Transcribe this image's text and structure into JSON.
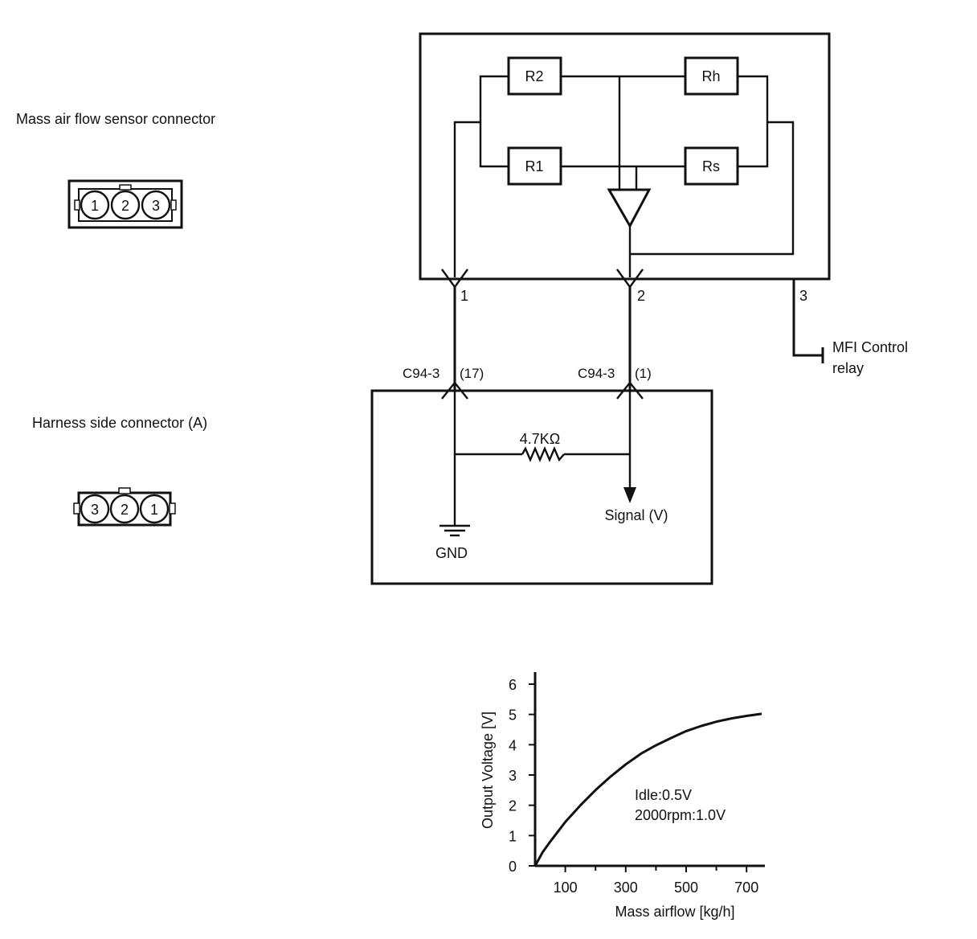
{
  "labels": {
    "sensor_connector_title": "Mass air flow sensor connector",
    "harness_connector_title": "Harness side connector (A)",
    "sensor_pins": [
      "1",
      "2",
      "3"
    ],
    "harness_pins": [
      "3",
      "2",
      "1"
    ],
    "r2": "R2",
    "rh": "Rh",
    "r1": "R1",
    "rs": "Rs",
    "pin1": "1",
    "pin2": "2",
    "pin3": "3",
    "mfi_line1": "MFI Control",
    "mfi_line2": "relay",
    "c94_left": "C94-3",
    "c94_left_pin": "(17)",
    "c94_right": "C94-3",
    "c94_right_pin": "(1)",
    "resistor": "4.7KΩ",
    "signal": "Signal (V)",
    "gnd": "GND"
  },
  "chart_data": {
    "type": "line",
    "xlabel": "Mass airflow [kg/h]",
    "ylabel": "Output Voltage [V]",
    "xlim": [
      0,
      750
    ],
    "ylim": [
      0,
      6
    ],
    "x_tick_labels": [
      "100",
      "300",
      "500",
      "700"
    ],
    "x_tick_values": [
      100,
      300,
      500,
      700
    ],
    "x_minor_ticks": [
      200,
      400,
      600
    ],
    "y_tick_labels": [
      "0",
      "1",
      "2",
      "3",
      "4",
      "5",
      "6"
    ],
    "y_tick_values": [
      0,
      1,
      2,
      3,
      4,
      5,
      6
    ],
    "annotations": [
      "Idle:0.5V",
      "2000rpm:1.0V"
    ],
    "series": [
      {
        "x": [
          0,
          25,
          50,
          100,
          150,
          200,
          250,
          300,
          350,
          400,
          450,
          500,
          550,
          600,
          650,
          700,
          750
        ],
        "values": [
          0,
          0.45,
          0.8,
          1.45,
          2.0,
          2.5,
          2.95,
          3.35,
          3.7,
          3.98,
          4.22,
          4.45,
          4.62,
          4.76,
          4.87,
          4.95,
          5.02
        ]
      }
    ]
  }
}
